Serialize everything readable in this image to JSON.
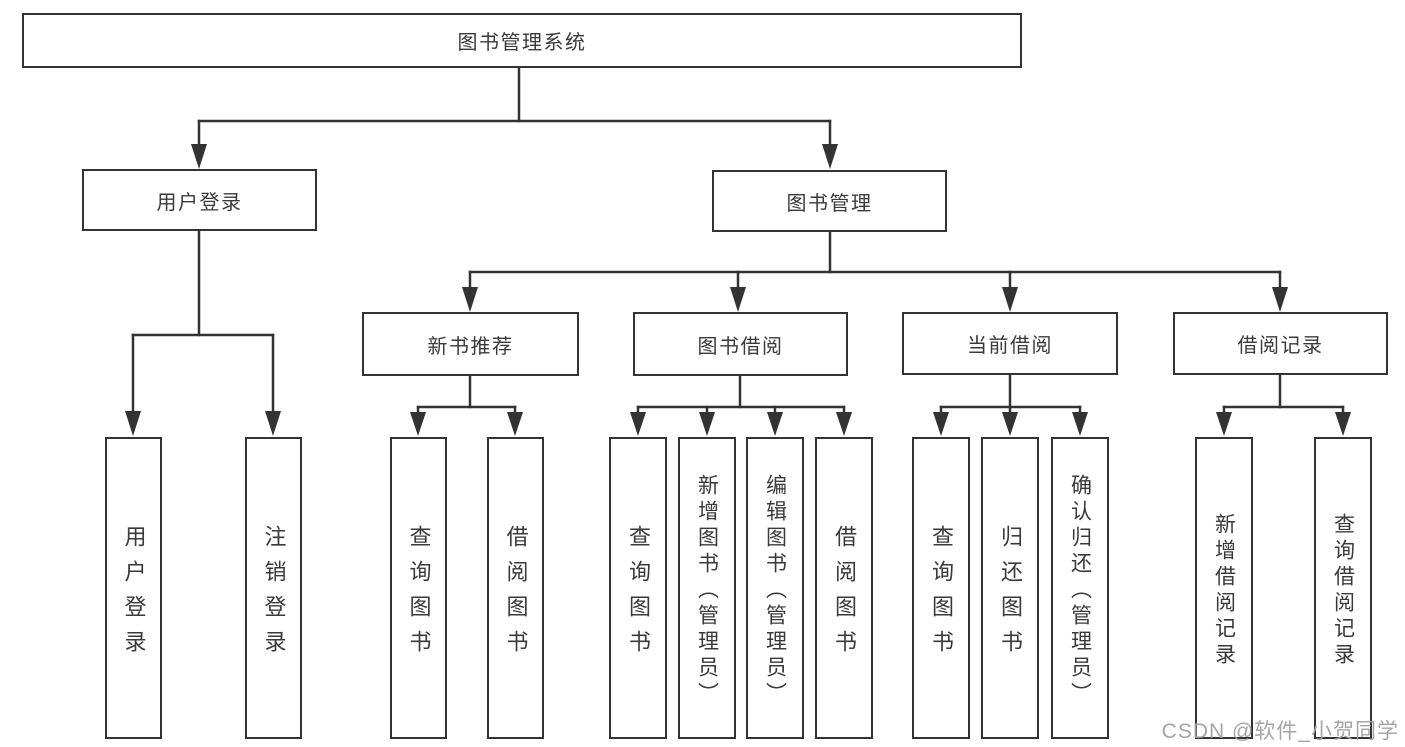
{
  "watermark": "CSDN @软件_小贺同学",
  "colors": {
    "background": "#ffffff",
    "line": "#333333",
    "box_border": "#333333",
    "text": "#3a3a3a",
    "watermark": "#a0a0a0"
  },
  "tree": {
    "label": "图书管理系统",
    "children": [
      {
        "label": "用户登录",
        "children": [
          {
            "label": "用户登录"
          },
          {
            "label": "注销登录"
          }
        ]
      },
      {
        "label": "图书管理",
        "children": [
          {
            "label": "新书推荐",
            "children": [
              {
                "label": "查询图书"
              },
              {
                "label": "借阅图书"
              }
            ]
          },
          {
            "label": "图书借阅",
            "children": [
              {
                "label": "查询图书"
              },
              {
                "label": "新增图书（管理员）"
              },
              {
                "label": "编辑图书（管理员）"
              },
              {
                "label": "借阅图书"
              }
            ]
          },
          {
            "label": "当前借阅",
            "children": [
              {
                "label": "查询图书"
              },
              {
                "label": "归还图书"
              },
              {
                "label": "确认归还（管理员）"
              }
            ]
          },
          {
            "label": "借阅记录",
            "children": [
              {
                "label": "新增借阅记录"
              },
              {
                "label": "查询借阅记录"
              }
            ]
          }
        ]
      }
    ]
  }
}
